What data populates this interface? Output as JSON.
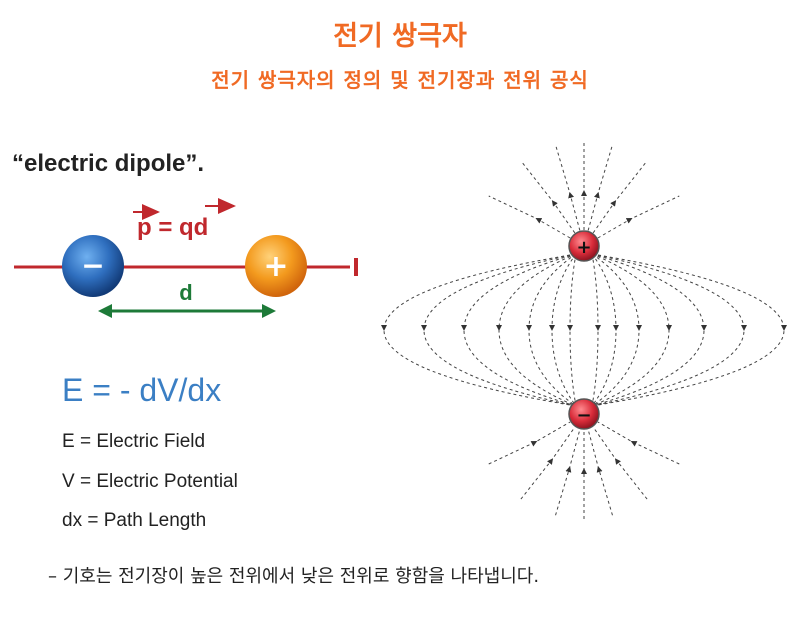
{
  "header": {
    "title": "전기 쌍극자",
    "subtitle": "전기 쌍극자의 정의 및 전기장과 전위 공식"
  },
  "dipole": {
    "label": "“electric dipole”.",
    "moment_formula": "p = qd",
    "negative_symbol": "−",
    "positive_symbol": "+",
    "distance_label": "d"
  },
  "formula": {
    "main": "E = - dV/dx",
    "definitions": [
      "E = Electric Field",
      "V = Electric Potential",
      "dx = Path Length"
    ]
  },
  "field": {
    "positive_symbol": "+",
    "negative_symbol": "−"
  },
  "note": "– 기호는 전기장이 높은 전위에서 낮은 전위로 향함을 나타냅니다.",
  "colors": {
    "accent": "#f06a24",
    "formula": "#3b7fc4",
    "axis": "#c0282d",
    "distance_arrow": "#1d7a38",
    "negative_charge": "#2f6fbf",
    "positive_charge": "#f39a1e",
    "field_charge": "#d92c3a"
  }
}
